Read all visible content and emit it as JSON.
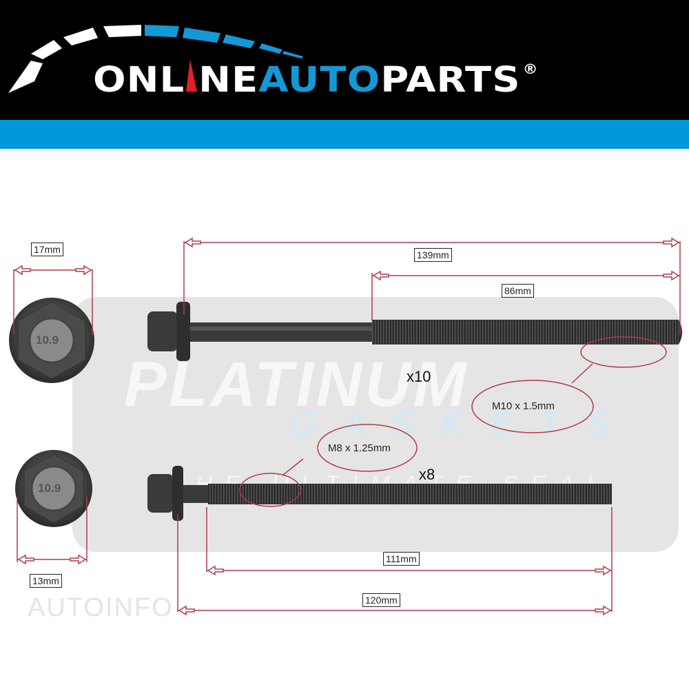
{
  "brand": {
    "logo_parts": [
      "ONL",
      "NE",
      "AUTO",
      "PARTS"
    ],
    "registered_mark": "®",
    "colors": {
      "header_bg": "#000000",
      "accent_blue": "#0098d8",
      "needle_red": "#e2202a",
      "dimension_line": "#b03a48"
    }
  },
  "watermark": {
    "platinum": "PLATINUM",
    "gaskets": "GASKETS",
    "tagline": "THE ULTIMATE SEAL",
    "autoinfo": "AUTOINFO"
  },
  "bolts": {
    "large": {
      "head_size": "17mm",
      "head_marking": "10.9",
      "overall_length": "139mm",
      "thread_length": "86mm",
      "thread_spec": "M10 x 1.5mm",
      "quantity": "x10"
    },
    "small": {
      "head_size": "13mm",
      "head_marking": "10.9",
      "overall_length": "120mm",
      "thread_length": "111mm",
      "thread_spec": "M8 x 1.25mm",
      "quantity": "x8"
    }
  }
}
